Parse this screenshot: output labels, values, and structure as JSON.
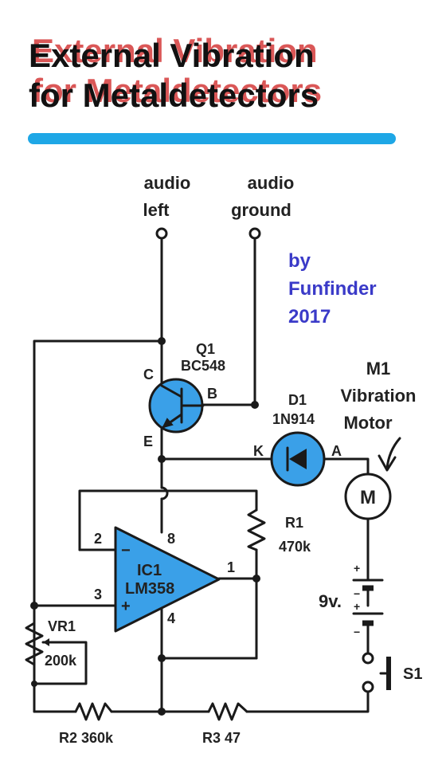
{
  "title": {
    "line1": "External Vibration",
    "line2": "for Metaldetectors",
    "shadow_color": "#d43a3a",
    "accent_bar_color": "#1ea7e6"
  },
  "credit": {
    "line1": "by",
    "line2": "Funfinder",
    "line3": "2017"
  },
  "terminals": {
    "audio_left": [
      "audio",
      "left"
    ],
    "audio_ground": [
      "audio",
      "ground"
    ]
  },
  "q1": {
    "ref": "Q1",
    "part": "BC548",
    "pin_c": "C",
    "pin_b": "B",
    "pin_e": "E"
  },
  "d1": {
    "ref": "D1",
    "part": "1N914",
    "pin_k": "K",
    "pin_a": "A"
  },
  "m1": {
    "ref": "M1",
    "desc1": "Vibration",
    "desc2": "Motor",
    "symbol": "M"
  },
  "ic1": {
    "ref": "IC1",
    "part": "LM358",
    "pin1": "1",
    "pin2": "2",
    "pin3": "3",
    "pin4": "4",
    "pin8": "8",
    "minus": "−",
    "plus": "+"
  },
  "r1": {
    "ref": "R1",
    "value": "470k"
  },
  "vr1": {
    "ref": "VR1",
    "value": "200k"
  },
  "battery": {
    "value": "9v.",
    "plus1": "+",
    "minus1": "−",
    "plus2": "+",
    "minus2": "−"
  },
  "s1": {
    "ref": "S1"
  },
  "r2": {
    "label": "R2  360k"
  },
  "r3": {
    "label": "R3  47"
  },
  "colors": {
    "component_fill": "#3aa0e8",
    "wire": "#1a1a1a",
    "credit_text": "#3a3ac8"
  }
}
